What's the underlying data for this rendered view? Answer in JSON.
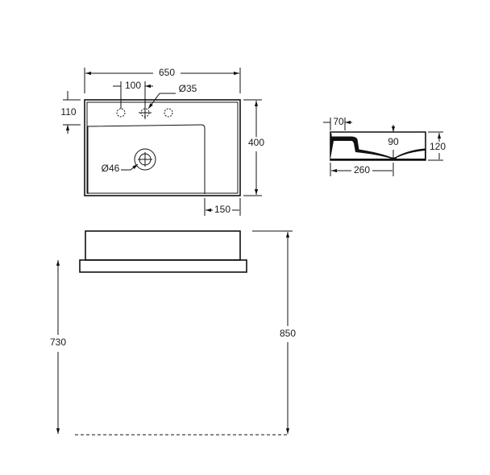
{
  "top_view": {
    "width": "650",
    "tap_spacing": "100",
    "tap_hole_diameter": "Ø35",
    "edge_to_basin": "110",
    "depth": "400",
    "deck_width": "150",
    "drain_diameter": "Ø46"
  },
  "section_view": {
    "wall": "70",
    "basin_depth": "90",
    "height": "120",
    "drain_offset": "260"
  },
  "front_view": {
    "counter_height": "730",
    "top_height": "850"
  }
}
